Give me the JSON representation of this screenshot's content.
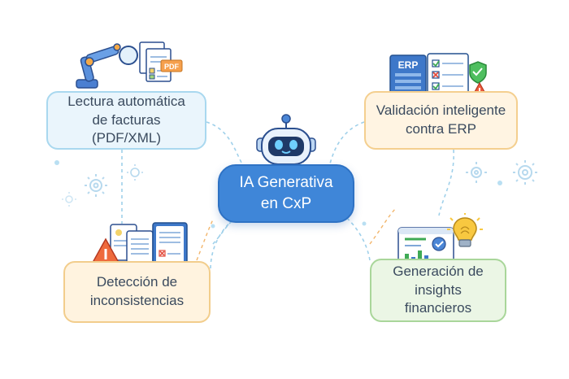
{
  "center": {
    "line1": "IA Generativa",
    "line2": "en CxP",
    "icon": "robot-icon"
  },
  "nodes": {
    "reading": {
      "line1": "Lectura automática",
      "line2": "de facturas (PDF/XML)",
      "icon": "robotic-arm-document-icon",
      "badge": "PDF"
    },
    "validation": {
      "line1": "Validación inteligente",
      "line2": "contra ERP",
      "icon": "erp-checklist-icon",
      "badge": "ERP"
    },
    "detection": {
      "line1": "Detección de",
      "line2": "inconsistencias",
      "icon": "warning-documents-icon"
    },
    "insights": {
      "line1": "Generación de",
      "line2": "insights financieros",
      "icon": "chart-lightbulb-icon"
    }
  },
  "colors": {
    "center_fill": "#3f86d8",
    "reading_fill": "#eaf5fc",
    "validation_fill": "#fff4e2",
    "detection_fill": "#fff3df",
    "insights_fill": "#ebf6e5",
    "connector": "#9fd0ea",
    "connector_orange": "#f2b56b"
  }
}
